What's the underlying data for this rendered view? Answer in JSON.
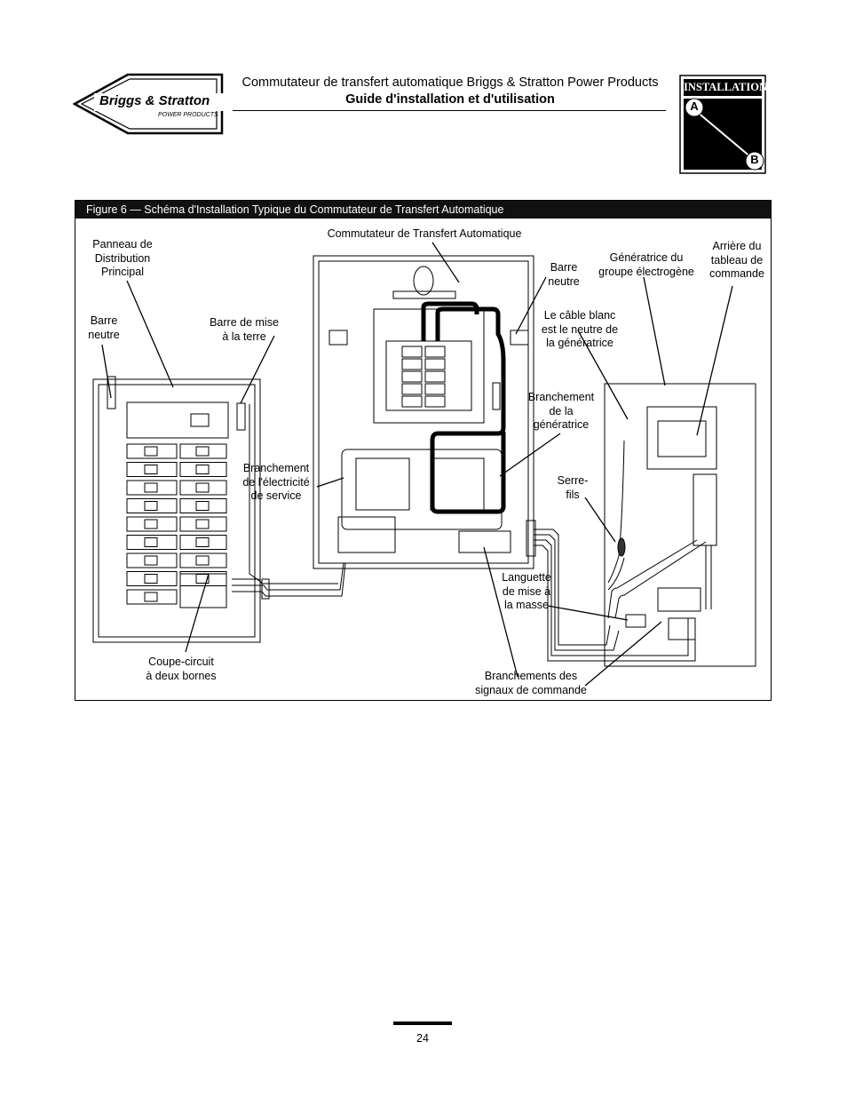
{
  "header": {
    "title": "Commutateur de transfert automatique Briggs & Stratton Power Products",
    "subtitle": "Guide d'installation et d'utilisation"
  },
  "logo": {
    "brand": "Briggs & Stratton",
    "sub": "POWER PRODUCTS",
    "icon": "briggs-diamond-logo"
  },
  "install_badge": {
    "title": "INSTALLATION",
    "point_a": "A",
    "point_b": "B"
  },
  "figure": {
    "caption": "Figure 6 — Schéma d'Installation Typique du Commutateur de Transfert Automatique",
    "labels": {
      "main_panel": "Panneau de\nDistribution\nPrincipal",
      "neutral_bar_left": "Barre\nneutre",
      "ground_bar": "Barre de mise\nà la terre",
      "ats": "Commutateur de Transfert Automatique",
      "neutral_bar_right": "Barre\nneutre",
      "generator": "Génératrice du\ngroupe électrogène",
      "control_panel_rear": "Arrière du\ntableau de\ncommande",
      "white_cable": "Le câble blanc\nest le neutre de\nla génératrice",
      "generator_connection": "Branchement\nde la\ngénératrice",
      "service_connection": "Branchement\nde l'électricité\nde service",
      "wire_nuts": "Serre-\nfils",
      "ground_lug": "Languette\nde mise à\nla masse",
      "double_pole_breaker": "Coupe-circuit\nà deux bornes",
      "control_signal": "Branchements des\nsignaux de commande"
    }
  },
  "footer": {
    "page_number": "24"
  }
}
